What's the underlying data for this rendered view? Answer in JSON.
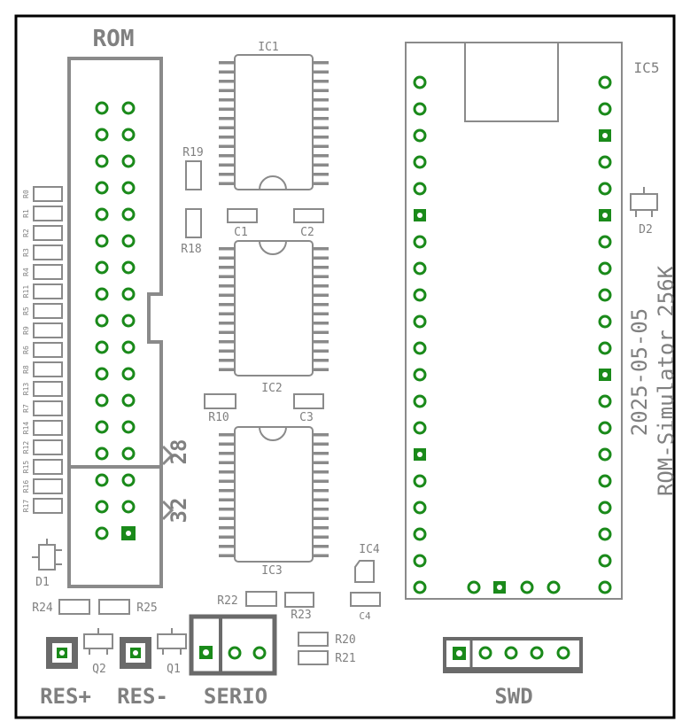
{
  "board": {
    "title_line1": "2025-05-05",
    "title_line2": "ROM-Simulator 256K"
  },
  "labels": {
    "rom": "ROM",
    "pins28": "28",
    "pins32": "32",
    "res_plus": "RES+",
    "res_minus": "RES-",
    "serio": "SERIO",
    "swd": "SWD"
  },
  "refdes": {
    "ic1": "IC1",
    "ic2": "IC2",
    "ic3": "IC3",
    "ic4": "IC4",
    "ic5": "IC5",
    "c1": "C1",
    "c2": "C2",
    "c3": "C3",
    "c4": "C4",
    "r10": "R10",
    "r18": "R18",
    "r19": "R19",
    "r20": "R20",
    "r21": "R21",
    "r22": "R22",
    "r23": "R23",
    "r24": "R24",
    "r25": "R25",
    "q1": "Q1",
    "q2": "Q2",
    "d1": "D1",
    "d2": "D2"
  },
  "address_resistors": [
    "R0",
    "R1",
    "R2",
    "R3",
    "R4",
    "R11",
    "R5",
    "R9",
    "R6",
    "R8",
    "R13",
    "R7",
    "R14",
    "R12",
    "R15",
    "R16",
    "R17"
  ],
  "colors": {
    "silkscreen": "#8a8a8a",
    "pad": "#1a8a1a",
    "outline": "#000000",
    "header_fill": "#6a6a6a"
  }
}
